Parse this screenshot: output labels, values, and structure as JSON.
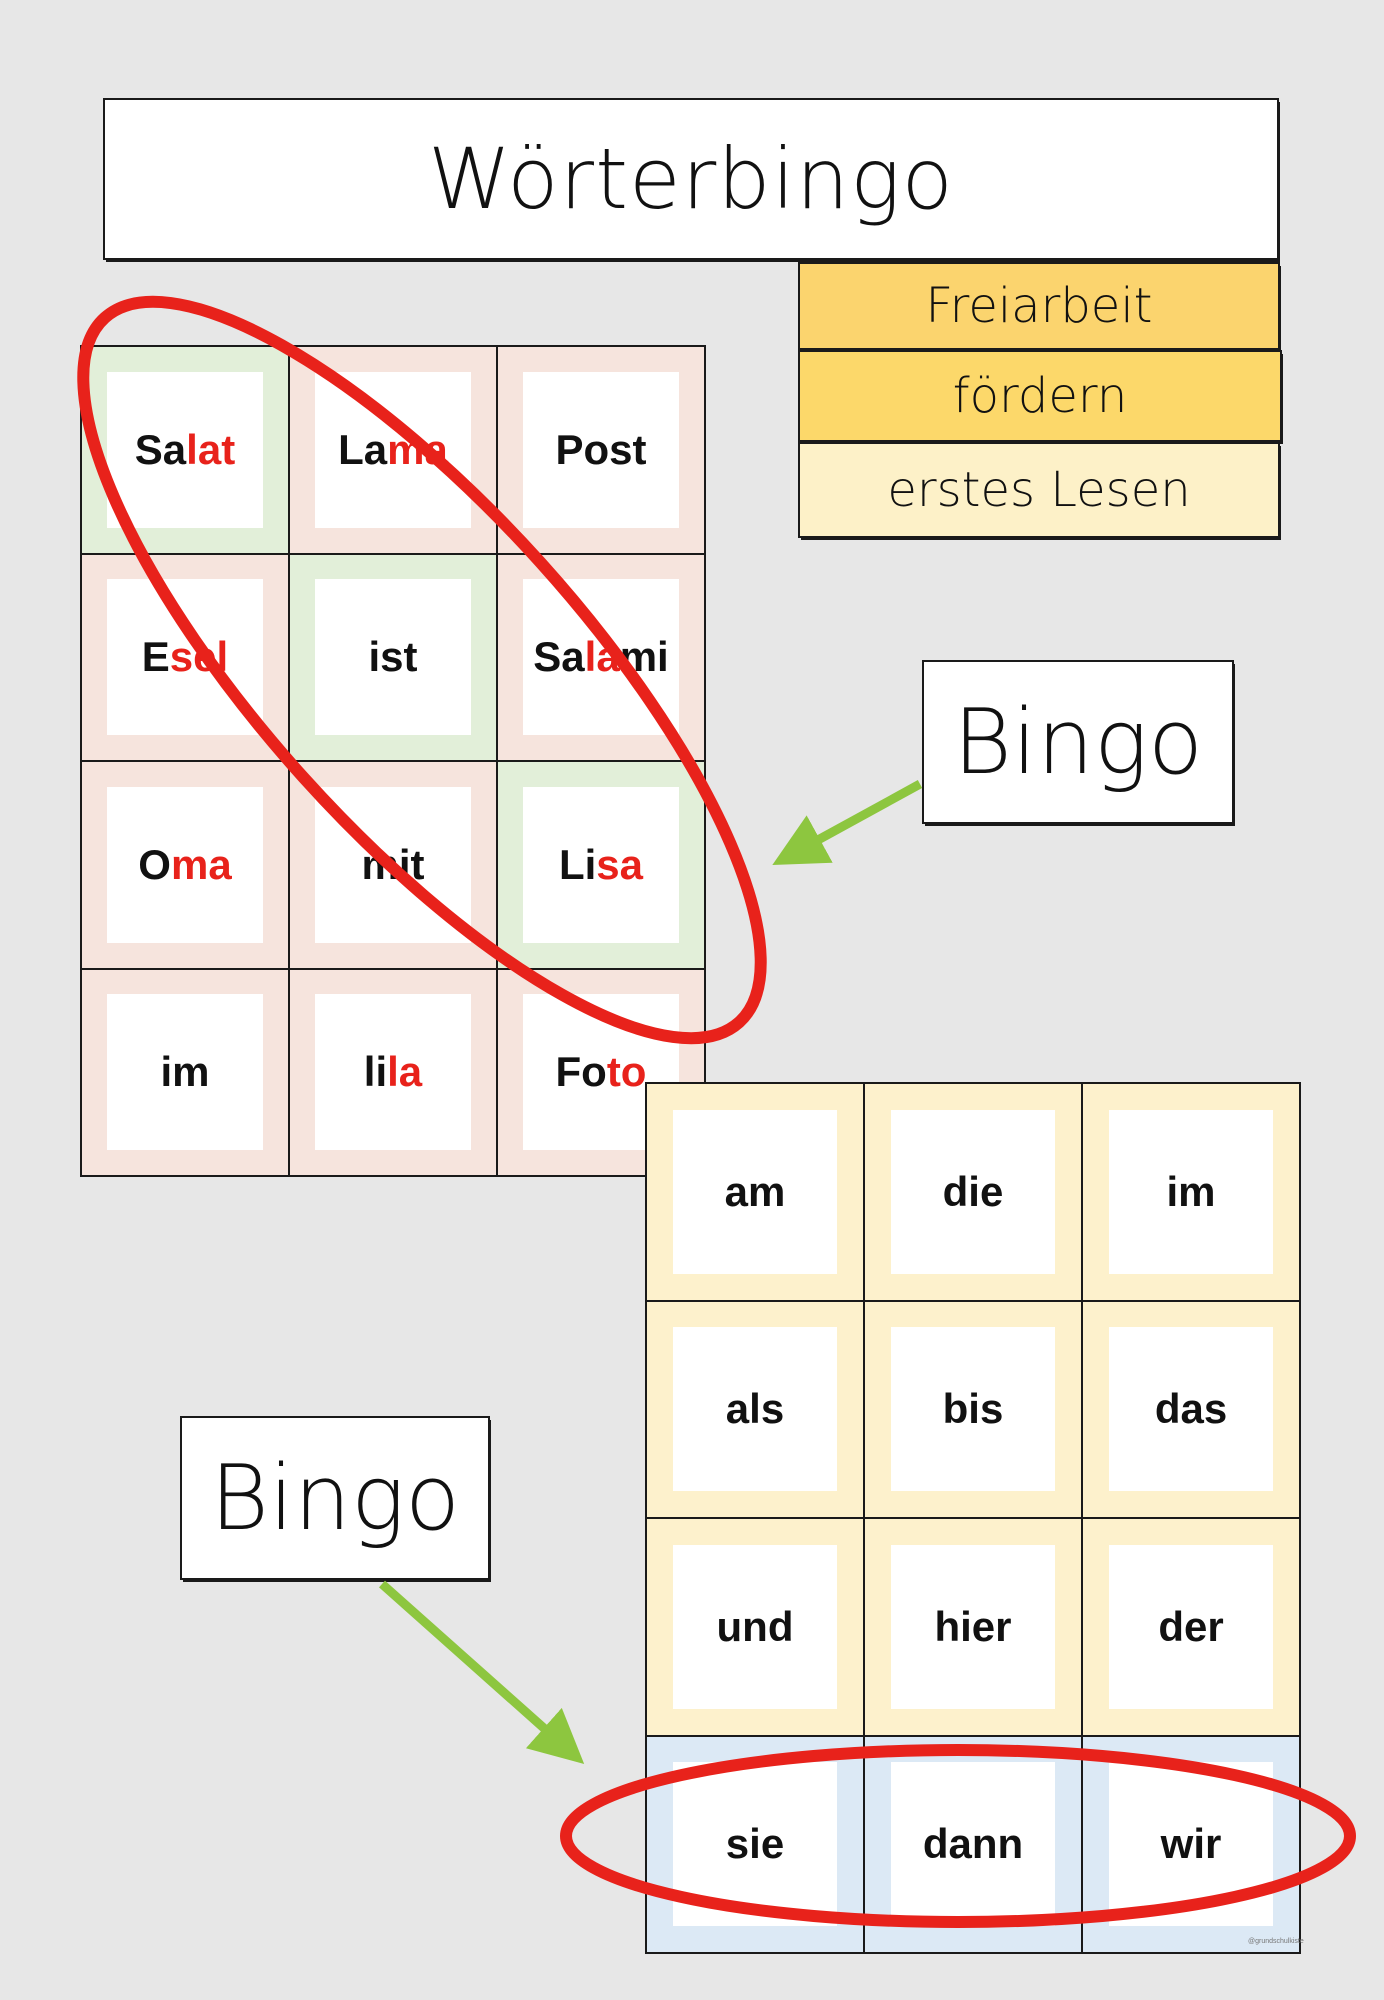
{
  "title": "Wörterbingo",
  "tags": [
    "Freiarbeit",
    "fördern",
    "erstes Lesen"
  ],
  "bingo_label": "Bingo",
  "credit": "@grundschulkiste",
  "colors": {
    "marker_red": "#e8221b",
    "arrow_green": "#8dc63f"
  },
  "grid_1": {
    "cells": [
      {
        "parts": [
          {
            "t": "Sa",
            "hl": false
          },
          {
            "t": "lat",
            "hl": true
          }
        ],
        "bg": "green"
      },
      {
        "parts": [
          {
            "t": "La",
            "hl": false
          },
          {
            "t": "ma",
            "hl": true
          }
        ],
        "bg": "pink"
      },
      {
        "parts": [
          {
            "t": "Post",
            "hl": false
          }
        ],
        "bg": "pink"
      },
      {
        "parts": [
          {
            "t": "E",
            "hl": false
          },
          {
            "t": "sel",
            "hl": true
          }
        ],
        "bg": "pink"
      },
      {
        "parts": [
          {
            "t": "ist",
            "hl": false
          }
        ],
        "bg": "green"
      },
      {
        "parts": [
          {
            "t": "Sa",
            "hl": false
          },
          {
            "t": "la",
            "hl": true
          },
          {
            "t": "mi",
            "hl": false
          }
        ],
        "bg": "pink"
      },
      {
        "parts": [
          {
            "t": "O",
            "hl": false
          },
          {
            "t": "ma",
            "hl": true
          }
        ],
        "bg": "pink"
      },
      {
        "parts": [
          {
            "t": "mit",
            "hl": false
          }
        ],
        "bg": "pink"
      },
      {
        "parts": [
          {
            "t": "Li",
            "hl": false
          },
          {
            "t": "sa",
            "hl": true
          }
        ],
        "bg": "green"
      },
      {
        "parts": [
          {
            "t": "im",
            "hl": false
          }
        ],
        "bg": "pink"
      },
      {
        "parts": [
          {
            "t": "li",
            "hl": false
          },
          {
            "t": "la",
            "hl": true
          }
        ],
        "bg": "pink"
      },
      {
        "parts": [
          {
            "t": "Fo",
            "hl": false
          },
          {
            "t": "to",
            "hl": true
          }
        ],
        "bg": "pink"
      }
    ]
  },
  "grid_2": {
    "cells": [
      {
        "parts": [
          {
            "t": "am",
            "hl": false
          }
        ],
        "bg": "yellow"
      },
      {
        "parts": [
          {
            "t": "die",
            "hl": false
          }
        ],
        "bg": "yellow"
      },
      {
        "parts": [
          {
            "t": "im",
            "hl": false
          }
        ],
        "bg": "yellow"
      },
      {
        "parts": [
          {
            "t": "als",
            "hl": false
          }
        ],
        "bg": "yellow"
      },
      {
        "parts": [
          {
            "t": "bis",
            "hl": false
          }
        ],
        "bg": "yellow"
      },
      {
        "parts": [
          {
            "t": "das",
            "hl": false
          }
        ],
        "bg": "yellow"
      },
      {
        "parts": [
          {
            "t": "und",
            "hl": false
          }
        ],
        "bg": "yellow"
      },
      {
        "parts": [
          {
            "t": "hier",
            "hl": false
          }
        ],
        "bg": "yellow"
      },
      {
        "parts": [
          {
            "t": "der",
            "hl": false
          }
        ],
        "bg": "yellow"
      },
      {
        "parts": [
          {
            "t": "sie",
            "hl": false
          }
        ],
        "bg": "blue"
      },
      {
        "parts": [
          {
            "t": "dann",
            "hl": false
          }
        ],
        "bg": "blue"
      },
      {
        "parts": [
          {
            "t": "wir",
            "hl": false
          }
        ],
        "bg": "blue"
      }
    ]
  }
}
